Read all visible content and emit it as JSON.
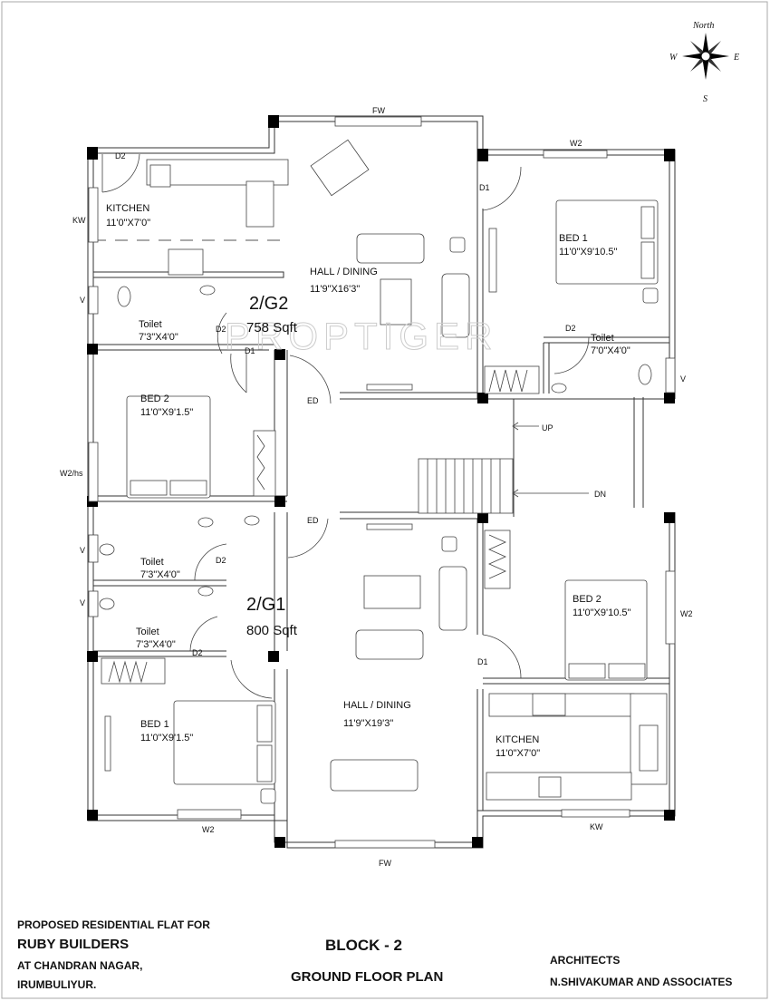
{
  "compass": {
    "north": "North",
    "west": "W",
    "east": "E",
    "south": "S"
  },
  "watermark": "PROPTIGER",
  "flat_g2": {
    "name": "2/G2",
    "area": "758 Sqft",
    "labels": {
      "fw": "FW",
      "w2": "W2",
      "d1_bed": "D1",
      "d2_kitchen": "D2",
      "kw": "KW",
      "kitchen": "KITCHEN",
      "kitchen_size": "11'0\"X7'0\"",
      "hall": "HALL / DINING",
      "hall_size": "11'9\"X16'3\"",
      "bed1": "BED 1",
      "bed1_size": "11'0\"X9'10.5\"",
      "v_left": "V",
      "toilet_left": "Toilet",
      "toilet_left_size": "7'3\"X4'0\"",
      "d2_toilet_left": "D2",
      "d1_bed2": "D1",
      "d2_toilet_right": "D2",
      "toilet_right": "Toilet",
      "toilet_right_size": "7'0\"X4'0\"",
      "v_right": "V",
      "ed": "ED",
      "bed2": "BED 2",
      "bed2_size": "11'0\"X9'1.5\"",
      "w2hs": "W2/hs"
    }
  },
  "stairs": {
    "up": "UP",
    "dn": "DN"
  },
  "flat_g1": {
    "name": "2/G1",
    "area": "800 Sqft",
    "labels": {
      "ed": "ED",
      "v1": "V",
      "toilet1": "Toilet",
      "toilet1_size": "7'3\"X4'0\"",
      "d2_1": "D2",
      "v2": "V",
      "toilet2": "Toilet",
      "toilet2_size": "7'3\"X4'0\"",
      "d2_2": "D2",
      "bed2": "BED 2",
      "bed2_size": "11'0\"X9'10.5\"",
      "w2_right": "W2",
      "d1": "D1",
      "hall": "HALL / DINING",
      "hall_size": "11'9\"X19'3\"",
      "bed1": "BED 1",
      "bed1_size": "11'0\"X9'1.5\"",
      "kitchen": "KITCHEN",
      "kitchen_size": "11'0\"X7'0\"",
      "w2_bottom": "W2",
      "kw": "KW",
      "fw": "FW"
    }
  },
  "title_block": {
    "proposed": "PROPOSED RESIDENTIAL FLAT FOR",
    "client": "RUBY BUILDERS",
    "location1": "AT CHANDRAN NAGAR,",
    "location2": "IRUMBULIYUR.",
    "block": "BLOCK - 2",
    "plan": "GROUND FLOOR PLAN",
    "architects_label": "ARCHITECTS",
    "architects": "N.SHIVAKUMAR AND ASSOCIATES"
  }
}
